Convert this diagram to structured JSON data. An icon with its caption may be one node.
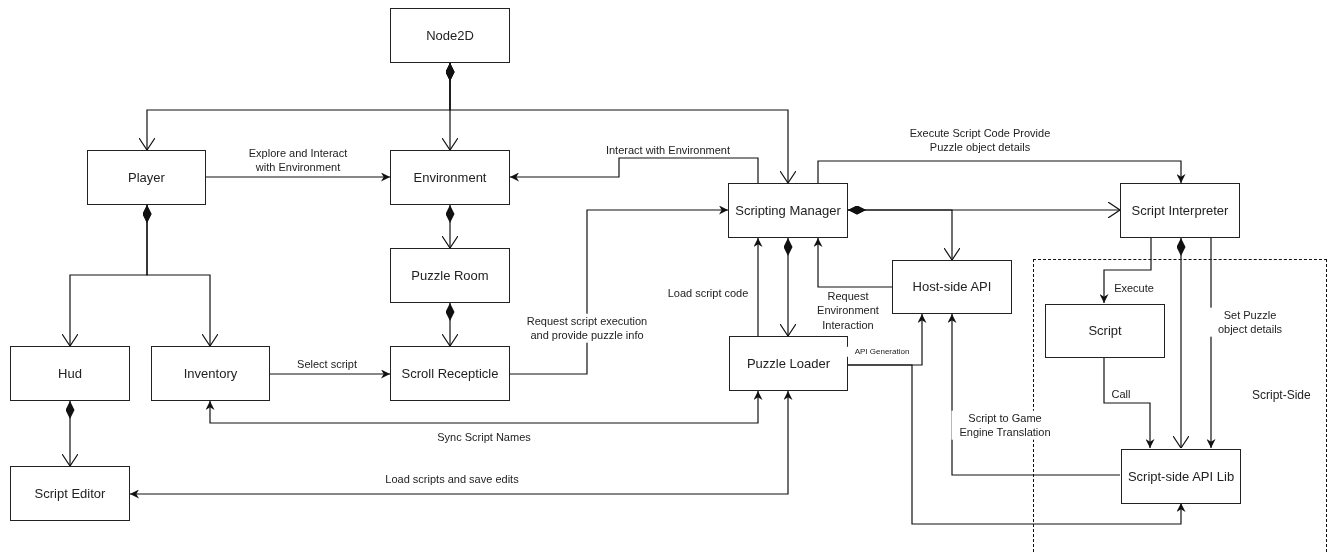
{
  "diagram": {
    "nodes": [
      {
        "text": [
          "Node2D"
        ]
      },
      {
        "text": [
          "Player"
        ]
      },
      {
        "text": [
          "Environment"
        ]
      },
      {
        "text": [
          "Puzzle Room"
        ]
      },
      {
        "text": [
          "Hud"
        ]
      },
      {
        "text": [
          "Inventory"
        ]
      },
      {
        "text": [
          "Scroll Recepticle"
        ]
      },
      {
        "text": [
          "Scripting Manager"
        ]
      },
      {
        "text": [
          "Puzzle Loader"
        ]
      },
      {
        "text": [
          "Host-side API"
        ]
      },
      {
        "text": [
          "Script Interpreter"
        ]
      },
      {
        "text": [
          "Script-Side"
        ]
      },
      {
        "text": [
          "Script"
        ],
        "in": 11
      },
      {
        "text": [
          "Script-side API Lib"
        ],
        "in": 11
      },
      {
        "text": [
          "Script Editor"
        ]
      }
    ],
    "edges": [
      {
        "from": 0,
        "to": 1,
        "arrow": "to"
      },
      {
        "from": 0,
        "to": 2,
        "arrow": "to"
      },
      {
        "from": 0,
        "to": 7,
        "arrow": "to"
      },
      {
        "from": 1,
        "to": 2,
        "arrow": "to",
        "label": "Explore and Interact with Environment"
      },
      {
        "from": 7,
        "to": 2,
        "arrow": "to",
        "label": "Interact with Environment"
      },
      {
        "from": 1,
        "to": 4,
        "arrow": "to"
      },
      {
        "from": 1,
        "to": 5,
        "arrow": "to"
      },
      {
        "from": 2,
        "to": 3,
        "arrow": "to"
      },
      {
        "from": 3,
        "to": 6,
        "arrow": "to"
      },
      {
        "from": 5,
        "to": 6,
        "arrow": "to",
        "label": "Select script"
      },
      {
        "from": 6,
        "to": 7,
        "arrow": "to",
        "label": "Request script execution and provide puzzle info"
      },
      {
        "from": 4,
        "to": 14,
        "arrow": "to"
      },
      {
        "from": 7,
        "to": 8,
        "arrow": "to"
      },
      {
        "from": 8,
        "to": 7,
        "arrow": "to",
        "label": "Load script code"
      },
      {
        "from": 9,
        "to": 7,
        "arrow": "to",
        "label": "Request Environment Interaction"
      },
      {
        "from": 7,
        "to": 10,
        "arrow": "to",
        "label": "Execute Script Code Provide Puzzle object details"
      },
      {
        "from": 7,
        "to": 10,
        "arrow": "to"
      },
      {
        "from": 7,
        "to": 9,
        "arrow": "to"
      },
      {
        "from": 8,
        "to": 5,
        "arrow": "both",
        "label": "Sync Script Names"
      },
      {
        "from": 8,
        "to": 14,
        "arrow": "both",
        "label": "Load scripts and save edits"
      },
      {
        "from": 8,
        "to": 9,
        "arrow": "to",
        "label": "API Generation"
      },
      {
        "from": 8,
        "to": 13,
        "arrow": "to"
      },
      {
        "from": 13,
        "to": 9,
        "arrow": "to",
        "label": "Script to Game Engine Translation"
      },
      {
        "from": 10,
        "to": 12,
        "arrow": "to",
        "label": "Execute"
      },
      {
        "from": 12,
        "to": 13,
        "arrow": "to",
        "label": "Call"
      },
      {
        "from": 10,
        "to": 13,
        "arrow": "to"
      },
      {
        "from": 10,
        "to": 13,
        "arrow": "to",
        "label": "Set Puzzle object details"
      }
    ]
  }
}
